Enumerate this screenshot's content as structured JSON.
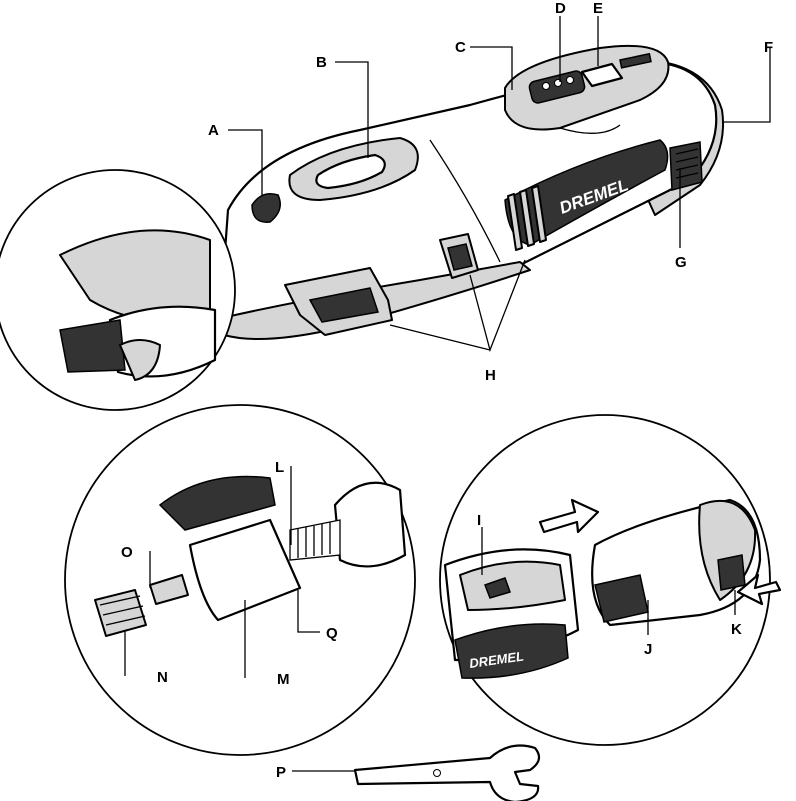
{
  "figure": {
    "labels": {
      "A": "A",
      "B": "B",
      "C": "C",
      "D": "D",
      "E": "E",
      "F": "F",
      "G": "G",
      "H": "H",
      "I": "I",
      "J": "J",
      "K": "K",
      "L": "L",
      "M": "M",
      "N": "N",
      "O": "O",
      "P": "P",
      "Q": "Q"
    },
    "brand_main": "DREMEL",
    "brand_inset": "DREMEL",
    "line_color": "#000000",
    "fill_light": "#ffffff",
    "fill_grey": "#d6d6d6",
    "fill_dark": "#333333"
  }
}
